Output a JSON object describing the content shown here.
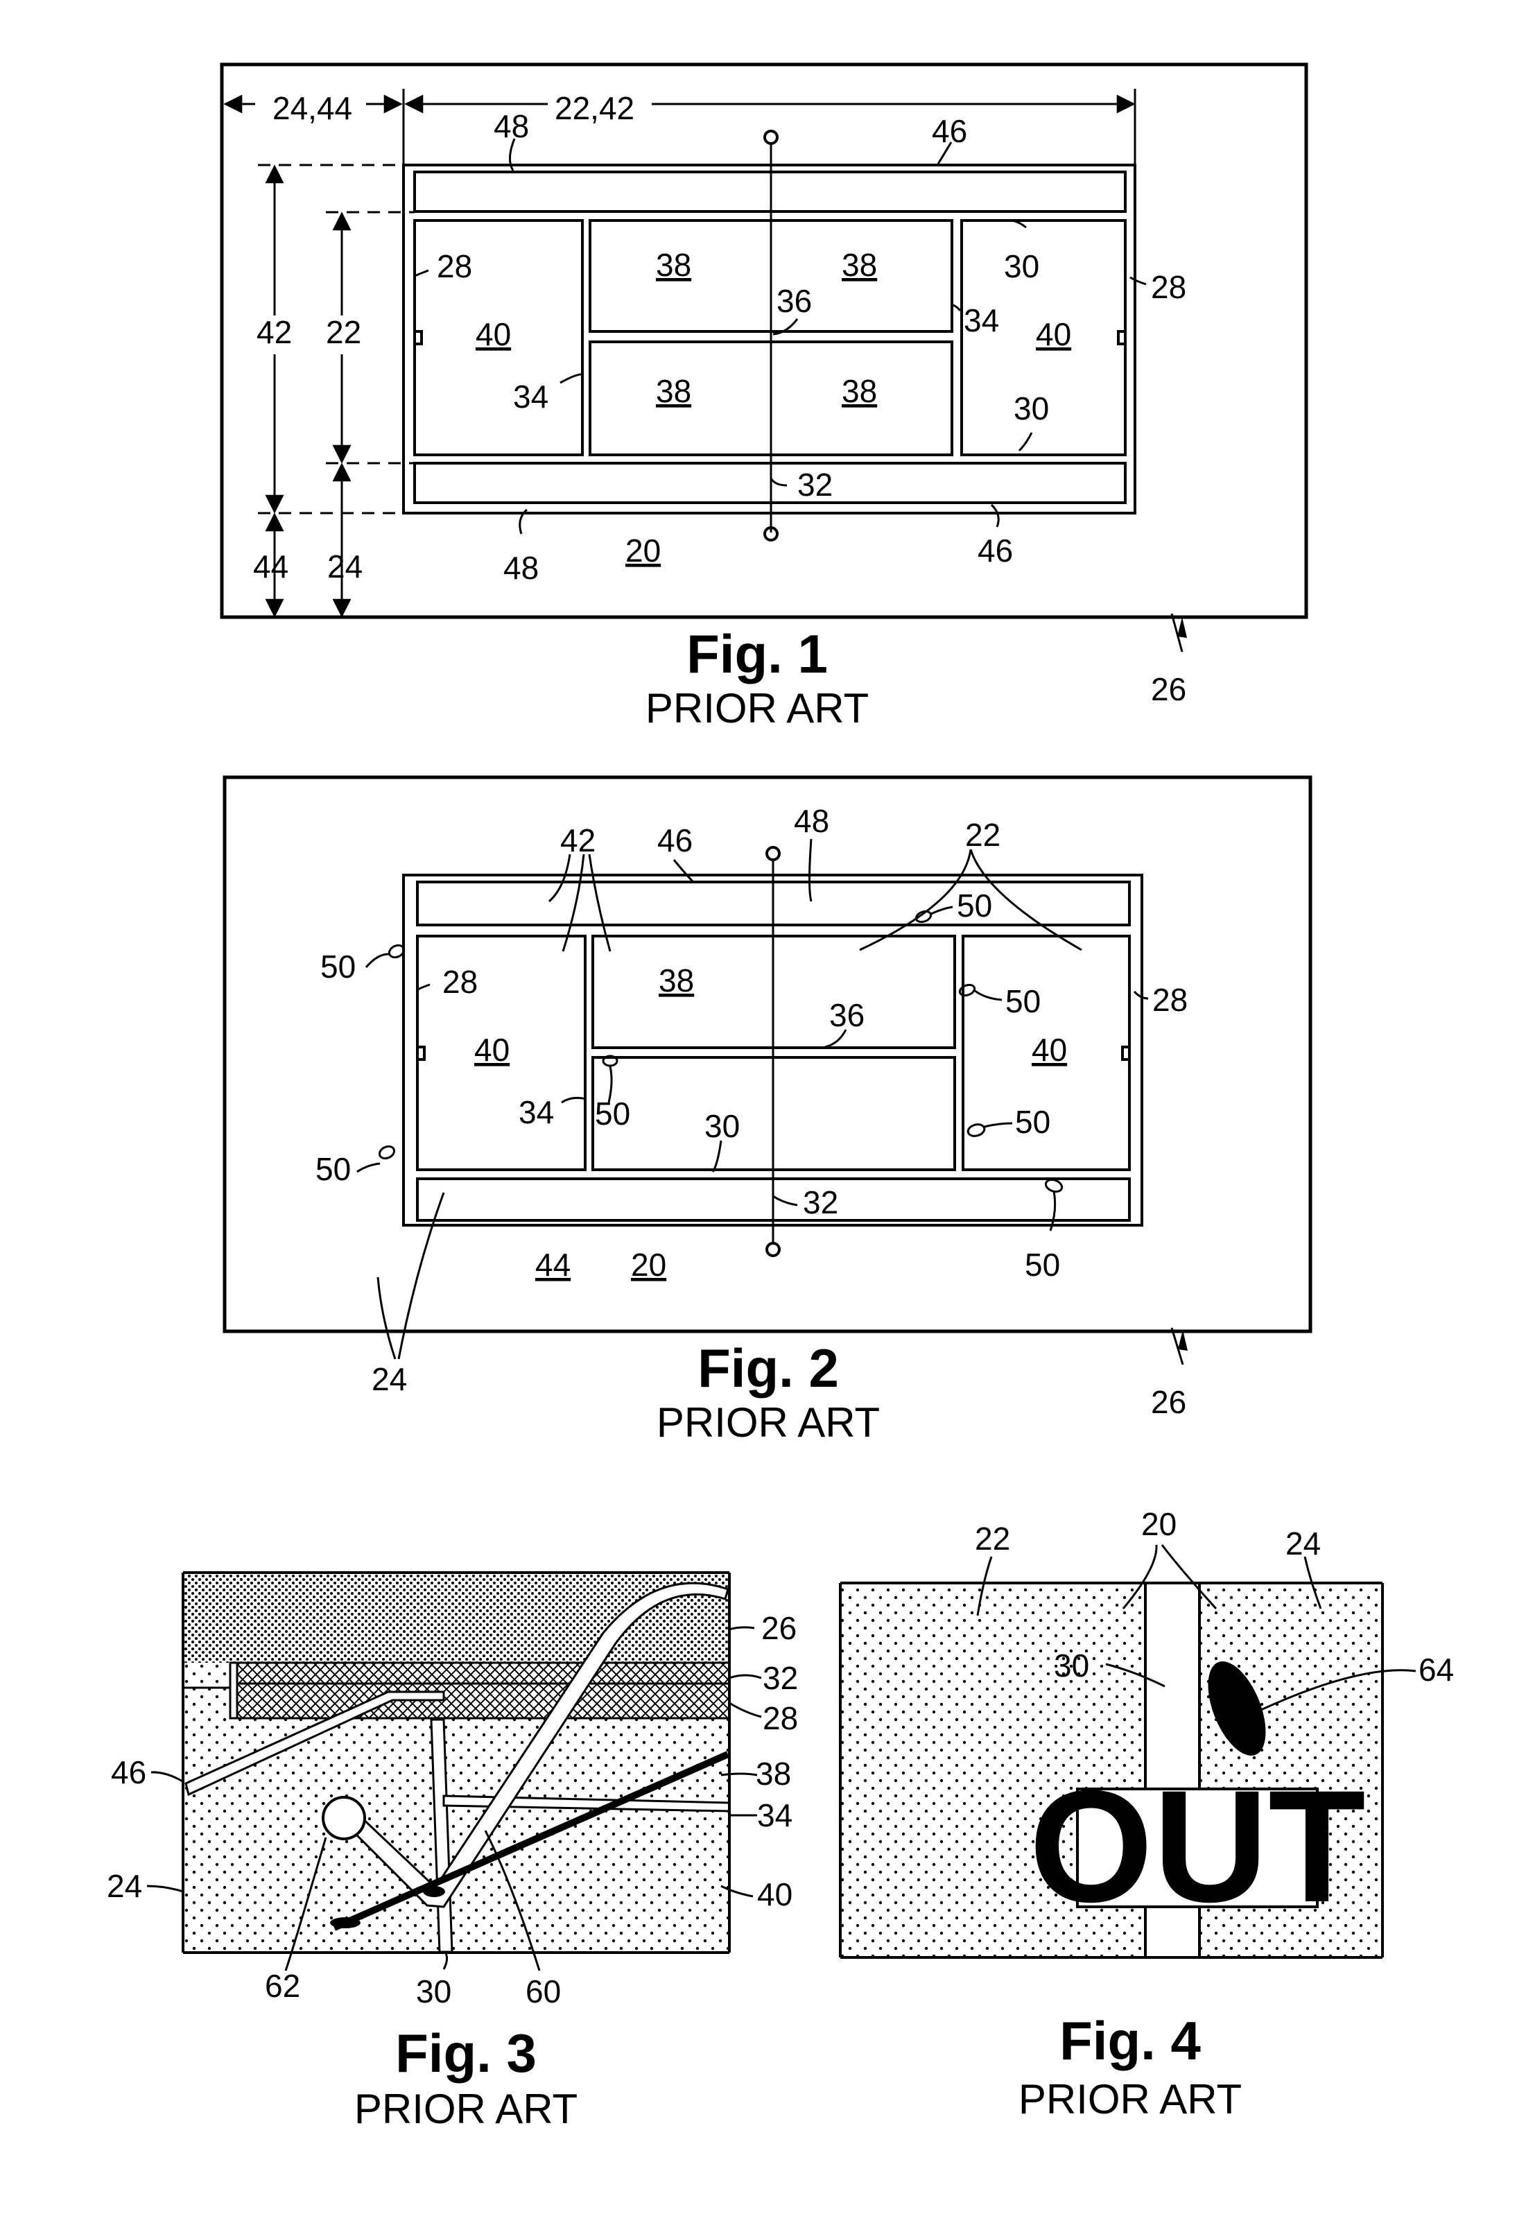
{
  "figures": {
    "fig1": {
      "title": "Fig. 1",
      "subtitle": "PRIOR ART",
      "labels": {
        "dim_24_44": "24,44",
        "dim_22_42": "22,42",
        "dim_42": "42",
        "dim_22": "22",
        "dim_44": "44",
        "dim_24": "24",
        "n48_top": "48",
        "n46_top": "46",
        "n28_left": "28",
        "n28_right": "28",
        "n38_a": "38",
        "n38_b": "38",
        "n38_c": "38",
        "n38_d": "38",
        "n36": "36",
        "n30_top": "30",
        "n34_right": "34",
        "n40_left": "40",
        "n40_right": "40",
        "n34_left": "34",
        "n30_bottom": "30",
        "n32": "32",
        "n48_bottom": "48",
        "n20": "20",
        "n46_bottom": "46",
        "n26": "26"
      }
    },
    "fig2": {
      "title": "Fig. 2",
      "subtitle": "PRIOR ART",
      "labels": {
        "n42": "42",
        "n46": "46",
        "n48": "48",
        "n22": "22",
        "n50_top": "50",
        "n50_left_top": "50",
        "n28_left": "28",
        "n38": "38",
        "n36": "36",
        "n50_right_top": "50",
        "n28_right": "28",
        "n40_left": "40",
        "n40_right": "40",
        "n34": "34",
        "n50_mid": "50",
        "n30": "30",
        "n50_right_mid": "50",
        "n50_left_bottom": "50",
        "n32": "32",
        "n44": "44",
        "n20": "20",
        "n50_bottom": "50",
        "n24": "24",
        "n26": "26"
      }
    },
    "fig3": {
      "title": "Fig. 3",
      "subtitle": "PRIOR ART",
      "labels": {
        "n26": "26",
        "n32": "32",
        "n28": "28",
        "n46": "46",
        "n38": "38",
        "n34": "34",
        "n24": "24",
        "n40": "40",
        "n62": "62",
        "n30": "30",
        "n60": "60"
      }
    },
    "fig4": {
      "title": "Fig. 4",
      "subtitle": "PRIOR ART",
      "sign_text": "OUT",
      "labels": {
        "n20": "20",
        "n22": "22",
        "n24": "24",
        "n30": "30",
        "n64": "64"
      }
    }
  }
}
